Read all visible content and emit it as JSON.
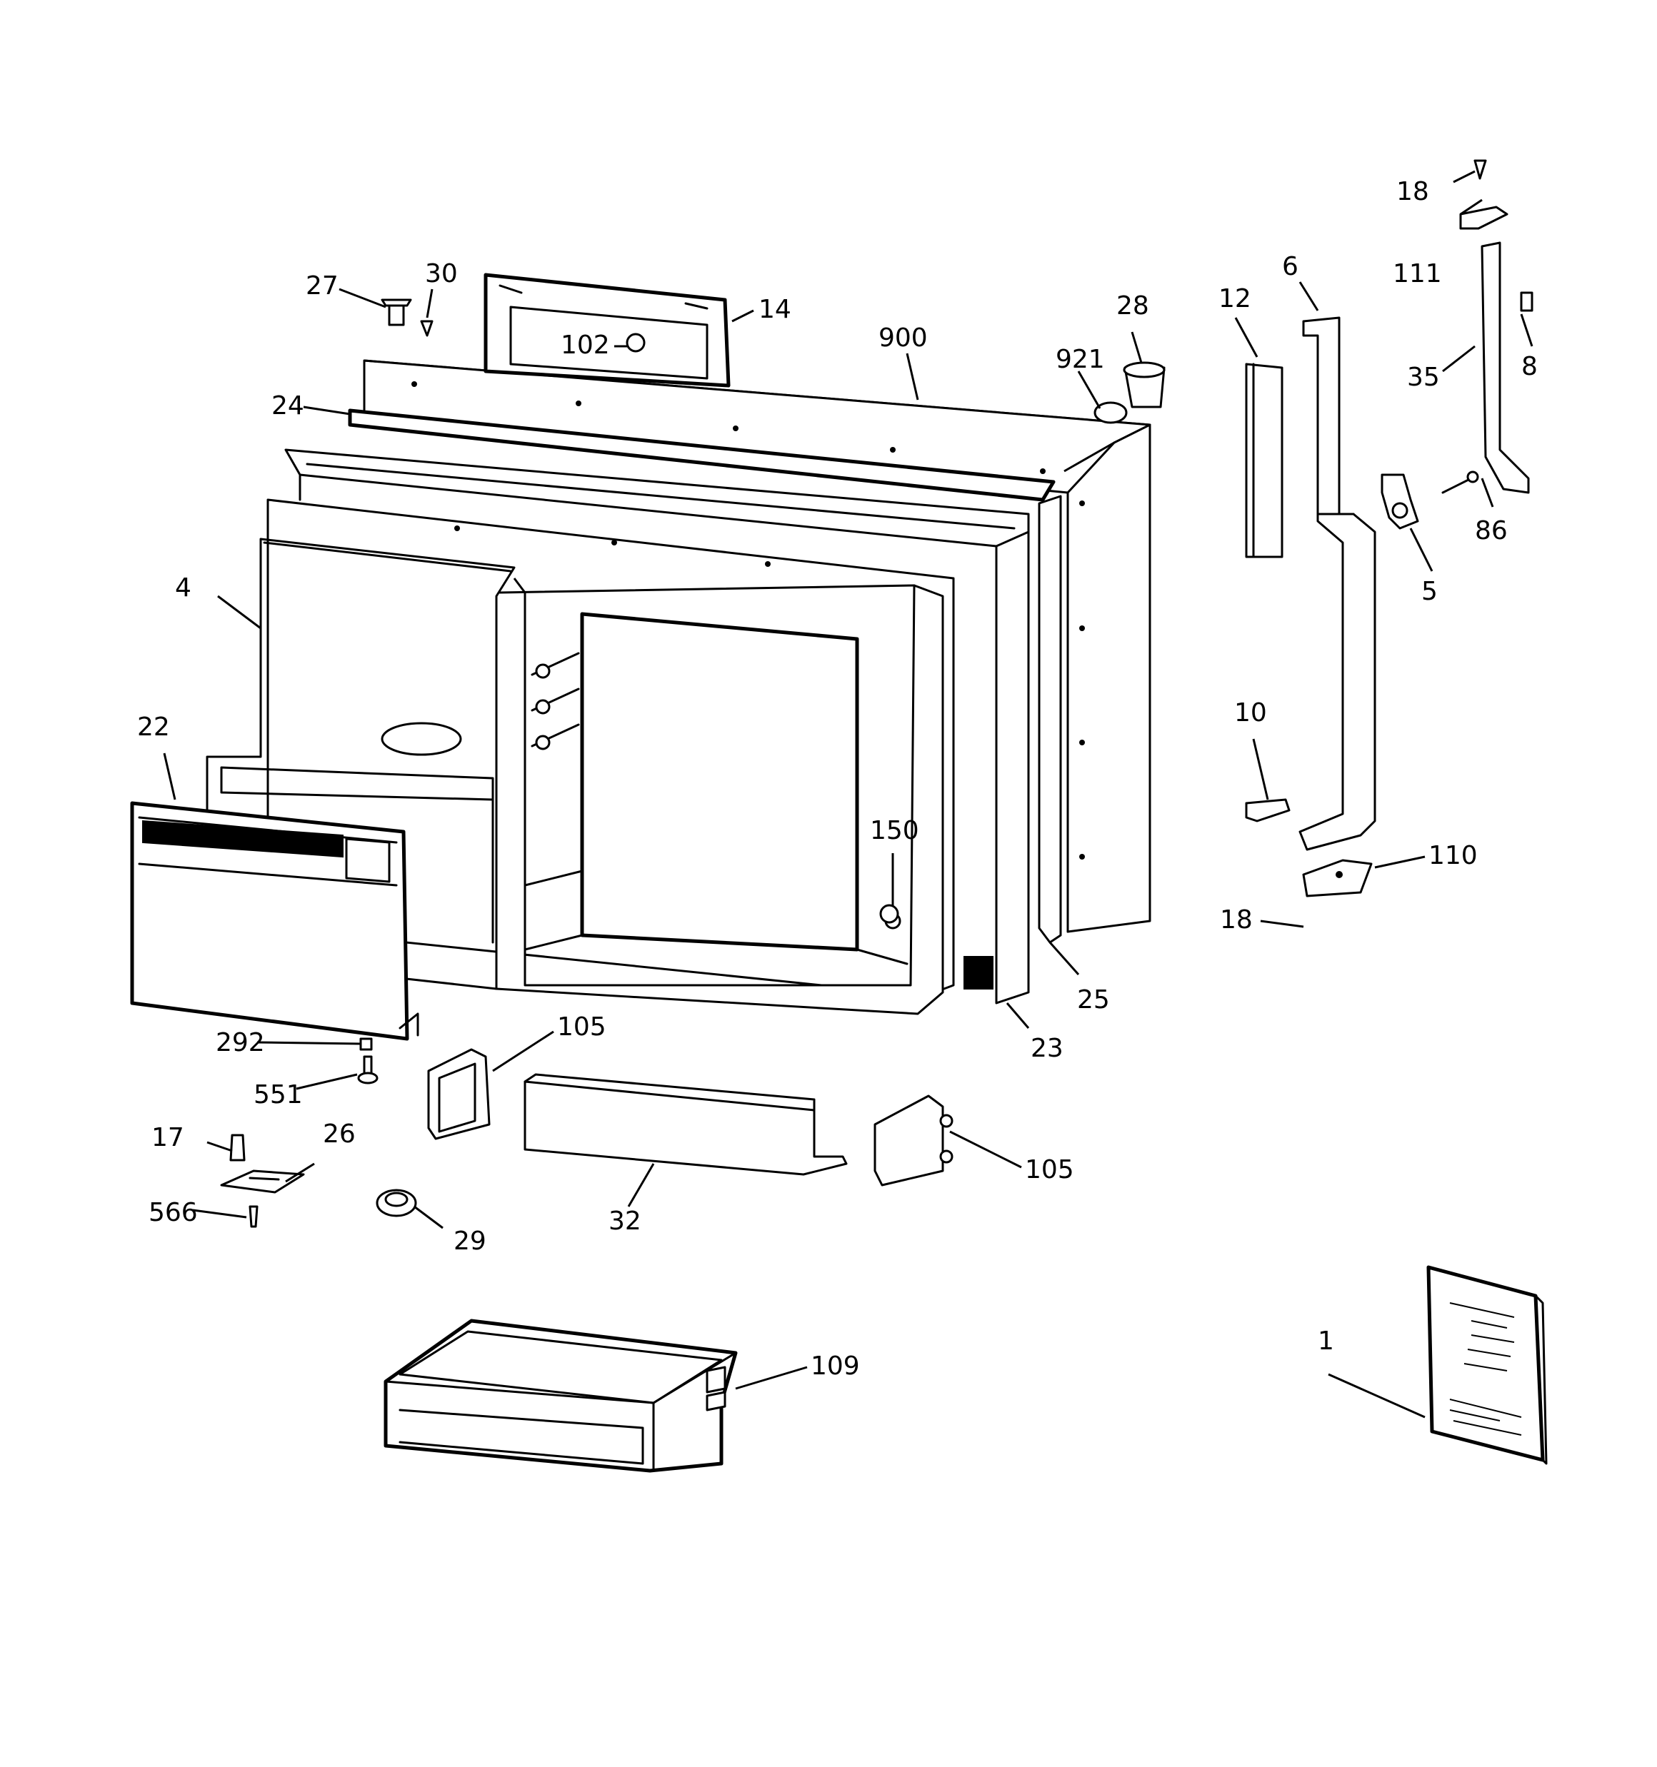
{
  "diagram": {
    "callouts": {
      "c1": "1",
      "c4": "4",
      "c5": "5",
      "c6": "6",
      "c8": "8",
      "c10": "10",
      "c12": "12",
      "c14": "14",
      "c17": "17",
      "c18a": "18",
      "c18b": "18",
      "c22": "22",
      "c23": "23",
      "c24": "24",
      "c25": "25",
      "c26": "26",
      "c27": "27",
      "c28": "28",
      "c29": "29",
      "c30": "30",
      "c32": "32",
      "c35": "35",
      "c86": "86",
      "c102": "102",
      "c105a": "105",
      "c105b": "105",
      "c109": "109",
      "c110": "110",
      "c111": "111",
      "c150": "150",
      "c292": "292",
      "c551": "551",
      "c566": "566",
      "c900": "900",
      "c921": "921"
    }
  }
}
